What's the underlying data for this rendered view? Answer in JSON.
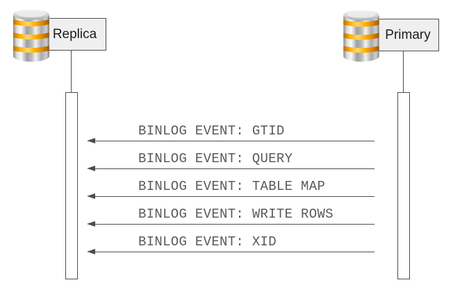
{
  "diagram": {
    "type": "sequence",
    "actors": [
      {
        "id": "replica",
        "label": "Replica",
        "icon": "database-icon"
      },
      {
        "id": "primary",
        "label": "Primary",
        "icon": "database-icon"
      }
    ],
    "messages": [
      {
        "from": "primary",
        "to": "replica",
        "label": "BINLOG EVENT: GTID"
      },
      {
        "from": "primary",
        "to": "replica",
        "label": "BINLOG EVENT: QUERY"
      },
      {
        "from": "primary",
        "to": "replica",
        "label": "BINLOG EVENT: TABLE MAP"
      },
      {
        "from": "primary",
        "to": "replica",
        "label": "BINLOG EVENT: WRITE ROWS"
      },
      {
        "from": "primary",
        "to": "replica",
        "label": "BINLOG EVENT: XID"
      }
    ]
  },
  "colors": {
    "background": "#ffffff",
    "line": "#4d4d4d",
    "actor_box_fill": "#efefef",
    "actor_box_border": "#4f4f4f",
    "actor_text": "#1c1c1c",
    "message_text": "#5a5a5a",
    "lifeline_fill": "#ffffff",
    "db_silver": "#c0c0c0",
    "db_orange": "#f5a100"
  }
}
